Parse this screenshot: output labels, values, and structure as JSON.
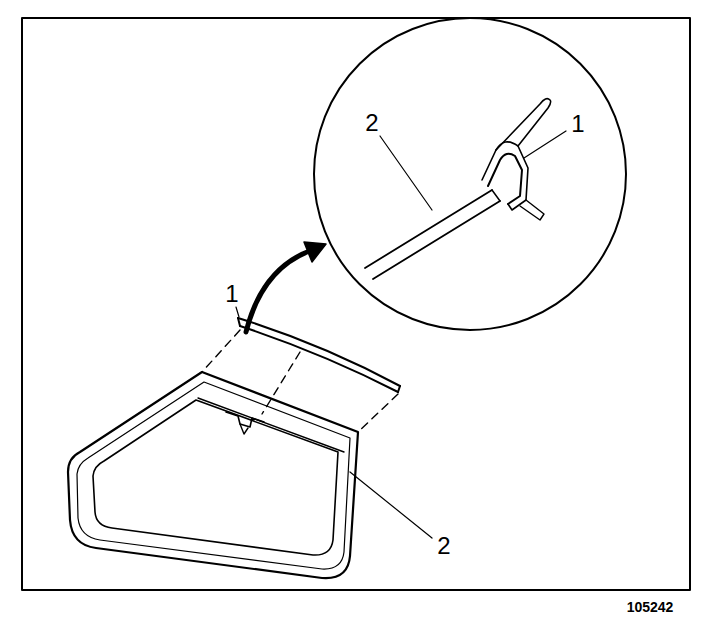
{
  "diagram": {
    "labels": [
      "2",
      "1",
      "1",
      "2",
      "105242"
    ]
  }
}
